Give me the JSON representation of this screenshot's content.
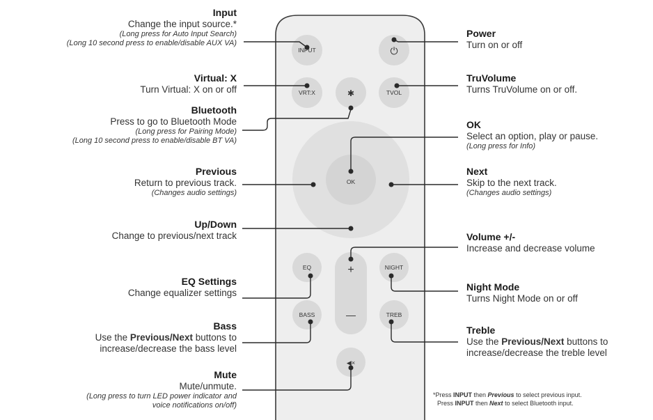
{
  "labels": {
    "input": {
      "title": "Input",
      "desc": "Change the input source.*",
      "note1": "(Long press for Auto Input Search)",
      "note2": "(Long 10 second press to enable/disable AUX VA)"
    },
    "virtual": {
      "title": "Virtual: X",
      "desc": "Turn Virtual: X on or off"
    },
    "bluetooth": {
      "title": "Bluetooth",
      "desc": "Press to go to Bluetooth Mode",
      "note1": "(Long press for Pairing Mode)",
      "note2": "(Long 10 second press to enable/disable BT VA)"
    },
    "previous": {
      "title": "Previous",
      "desc": "Return to previous track.",
      "note1": "(Changes audio settings)"
    },
    "updown": {
      "title": "Up/Down",
      "desc": "Change to previous/next track"
    },
    "eq": {
      "title": "EQ Settings",
      "desc": "Change equalizer settings"
    },
    "bass": {
      "title": "Bass",
      "desc_pre": "Use the ",
      "desc_bold": "Previous/Next",
      "desc_post": " buttons to",
      "desc2": "increase/decrease the bass level"
    },
    "mute": {
      "title": "Mute",
      "desc": "Mute/unmute.",
      "note1": "(Long press to turn LED power indicator and",
      "note2": "voice notifications on/off)"
    },
    "power": {
      "title": "Power",
      "desc": "Turn on or off"
    },
    "truvolume": {
      "title": "TruVolume",
      "desc": "Turns TruVolume on or off."
    },
    "ok": {
      "title": "OK",
      "desc": "Select an option, play or pause.",
      "note1": "(Long press for Info)"
    },
    "next": {
      "title": "Next",
      "desc": "Skip to the next track.",
      "note1": "(Changes audio settings)"
    },
    "volume": {
      "title": "Volume +/-",
      "desc": "Increase and decrease volume"
    },
    "night": {
      "title": "Night Mode",
      "desc": "Turns Night Mode on or off"
    },
    "treble": {
      "title": "Treble",
      "desc_pre": "Use the ",
      "desc_bold": "Previous/Next",
      "desc_post": " buttons to",
      "desc2": "increase/decrease the treble level"
    }
  },
  "buttons": {
    "input": "INPUT",
    "power": "⏻",
    "vrtx": "VRT:X",
    "bluetooth": "✱",
    "tvol": "TVOL",
    "ok": "OK",
    "eq": "EQ",
    "plus": "+",
    "night": "NIGHT",
    "bass": "BASS",
    "minus": "—",
    "treb": "TREB",
    "mute": "◀×"
  },
  "footnote": {
    "l1_pre": "*Press ",
    "l1_b1": "INPUT",
    "l1_mid": " then ",
    "l1_b2": "Previous",
    "l1_post": " to select previous input.",
    "l2_pre": "Press ",
    "l2_b1": "INPUT",
    "l2_mid": " then ",
    "l2_b2": "Next",
    "l2_post": " to select Bluetooth input."
  },
  "colors": {
    "remote": "#eeeeee",
    "remote_border": "#3a3a3a",
    "button": "#d9d9d9",
    "ring": "#e0e0e0",
    "line": "#2a2a2a"
  }
}
